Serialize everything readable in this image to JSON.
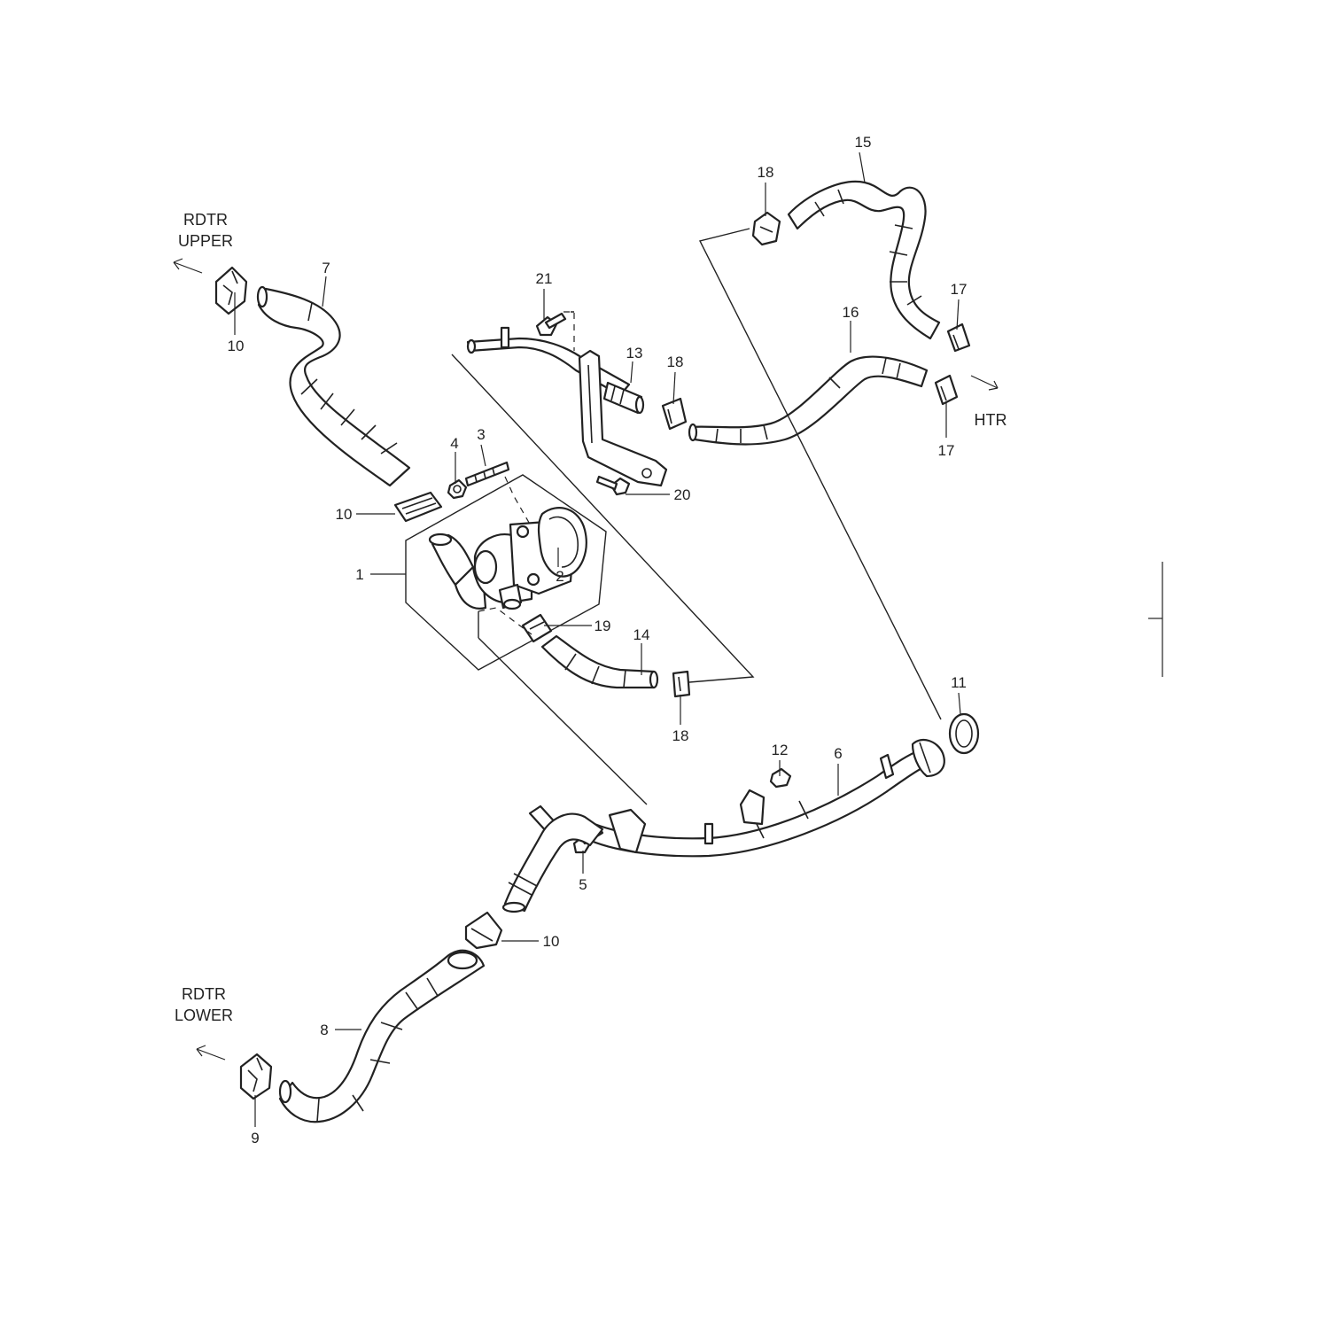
{
  "diagram": {
    "directions": {
      "rdtr_upper": [
        "RDTR",
        "UPPER"
      ],
      "rdtr_lower": [
        "RDTR",
        "LOWER"
      ],
      "htr": "HTR"
    },
    "callouts": {
      "c1": "1",
      "c2": "2",
      "c3": "3",
      "c4": "4",
      "c5": "5",
      "c6": "6",
      "c7": "7",
      "c8": "8",
      "c9": "9",
      "c10a": "10",
      "c10b": "10",
      "c10c": "10",
      "c11": "11",
      "c12": "12",
      "c13": "13",
      "c14": "14",
      "c15": "15",
      "c16": "16",
      "c17a": "17",
      "c17b": "17",
      "c18a": "18",
      "c18b": "18",
      "c18c": "18",
      "c19": "19",
      "c20": "20",
      "c21": "21"
    },
    "colors": {
      "line": "#222222",
      "background": "#ffffff"
    }
  }
}
